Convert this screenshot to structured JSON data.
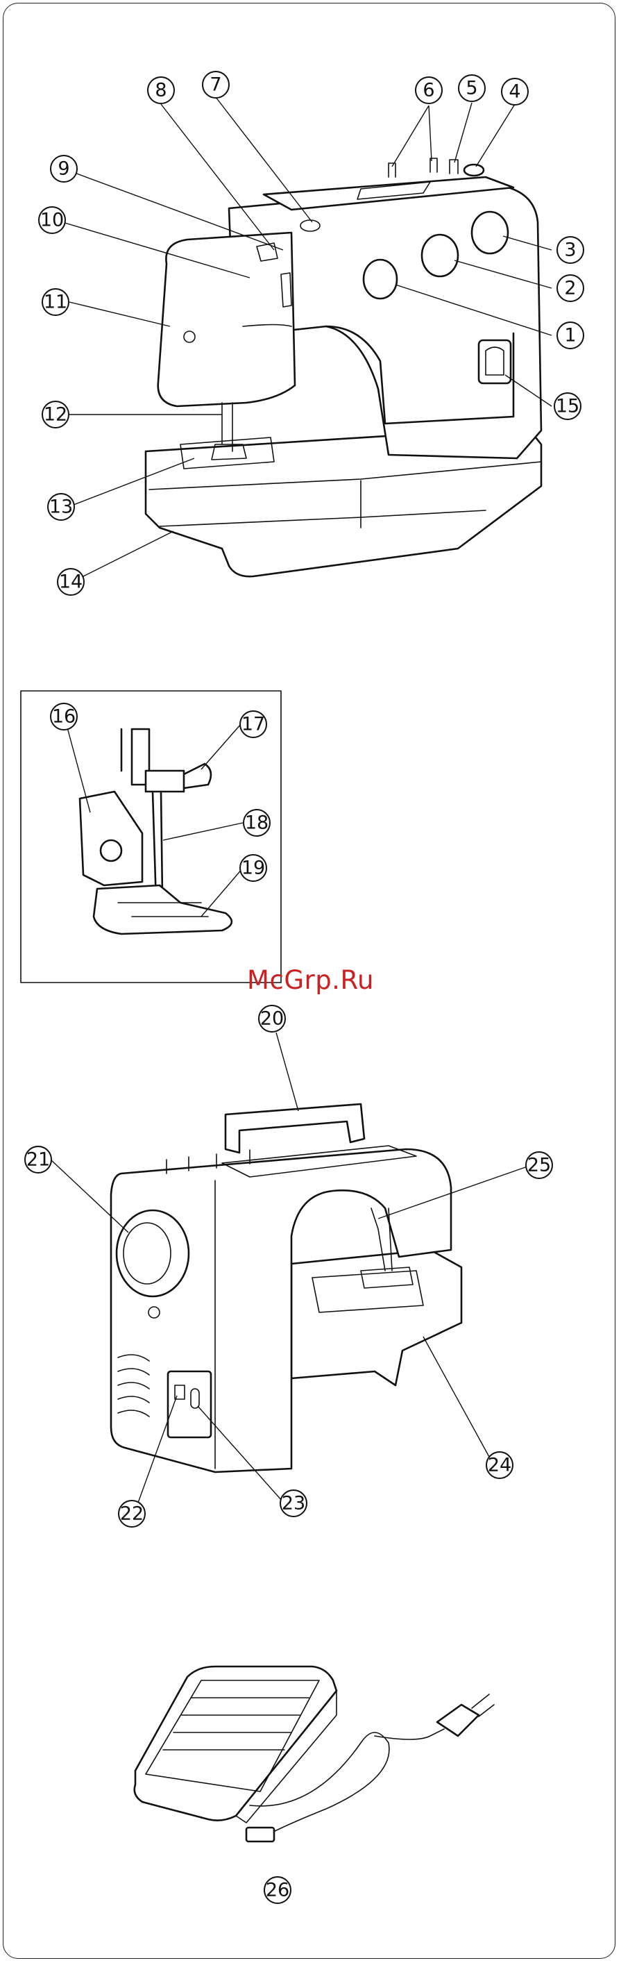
{
  "watermark": "McGrp.Ru",
  "callouts": {
    "c1": "1",
    "c2": "2",
    "c3": "3",
    "c4": "4",
    "c5": "5",
    "c6": "6",
    "c7": "7",
    "c8": "8",
    "c9": "9",
    "c10": "10",
    "c11": "11",
    "c12": "12",
    "c13": "13",
    "c14": "14",
    "c15": "15",
    "c16": "16",
    "c17": "17",
    "c18": "18",
    "c19": "19",
    "c20": "20",
    "c21": "21",
    "c22": "22",
    "c23": "23",
    "c24": "24",
    "c25": "25",
    "c26": "26"
  }
}
